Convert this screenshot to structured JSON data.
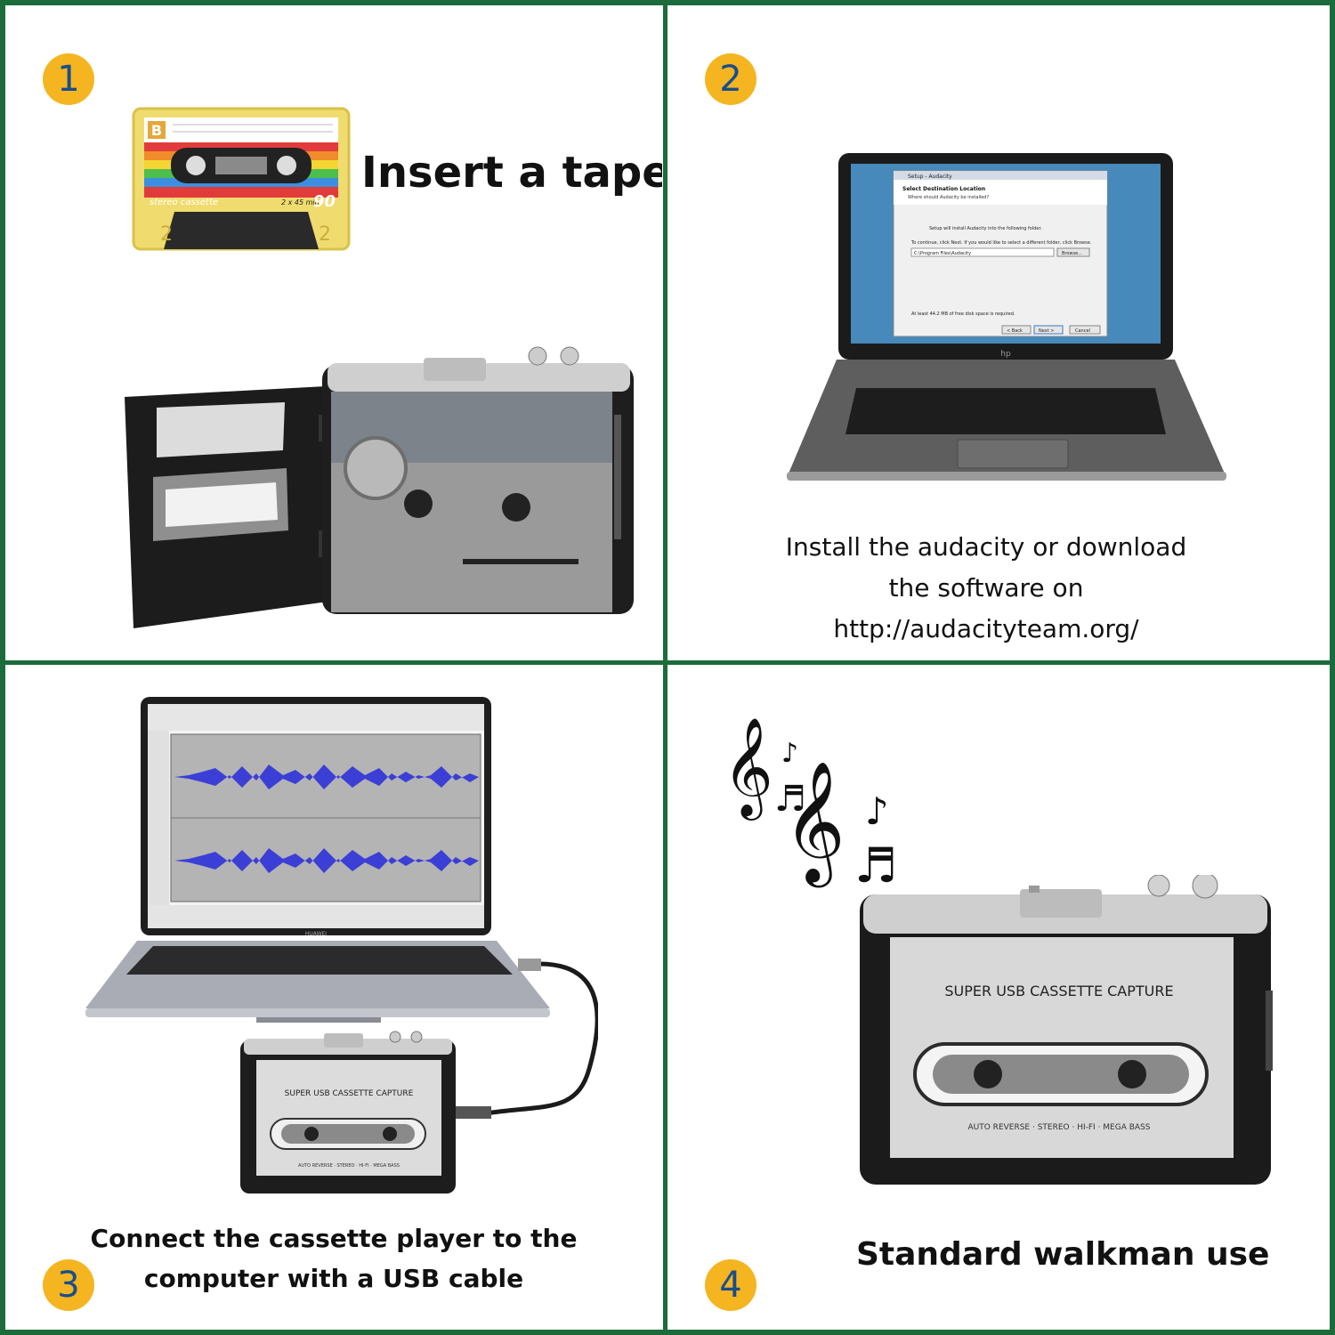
{
  "steps": [
    {
      "number": "1",
      "caption": "Insert a tape"
    },
    {
      "number": "2",
      "caption_lines": [
        "Install the audacity or download",
        "the software on",
        "http://audacityteam.org/"
      ]
    },
    {
      "number": "3",
      "caption_lines": [
        "Connect the cassette player to the",
        "computer with a USB cable"
      ]
    },
    {
      "number": "4",
      "caption": "Standard walkman use"
    }
  ],
  "tape_label": {
    "side": "B",
    "brand": "stereo cassette",
    "length": "2 x 45 min",
    "minutes": "90",
    "side_number": "2"
  },
  "installer": {
    "window_title": "Setup - Audacity",
    "heading": "Select Destination Location",
    "subheading": "Where should Audacity be installed?",
    "line1": "Setup will install Audacity into the following folder.",
    "line2": "To continue, click Next. If you would like to select a different folder, click Browse.",
    "path": "C:\\Program Files\\Audacity",
    "browse": "Browse...",
    "space": "At least 44.2 MB of free disk space is required.",
    "back": "< Back",
    "next": "Next >",
    "cancel": "Cancel"
  },
  "laptop_brands": {
    "hp": "hp",
    "huawei": "HUAWEI"
  },
  "device": {
    "label": "SUPER USB CASSETTE CAPTURE",
    "features": "AUTO REVERSE · STEREO · HI-FI · MEGA BASS"
  },
  "colors": {
    "border": "#1c6b3a",
    "badge": "#f4b521",
    "badge_text": "#1a4d8c",
    "waveform": "#3b3fd6"
  }
}
